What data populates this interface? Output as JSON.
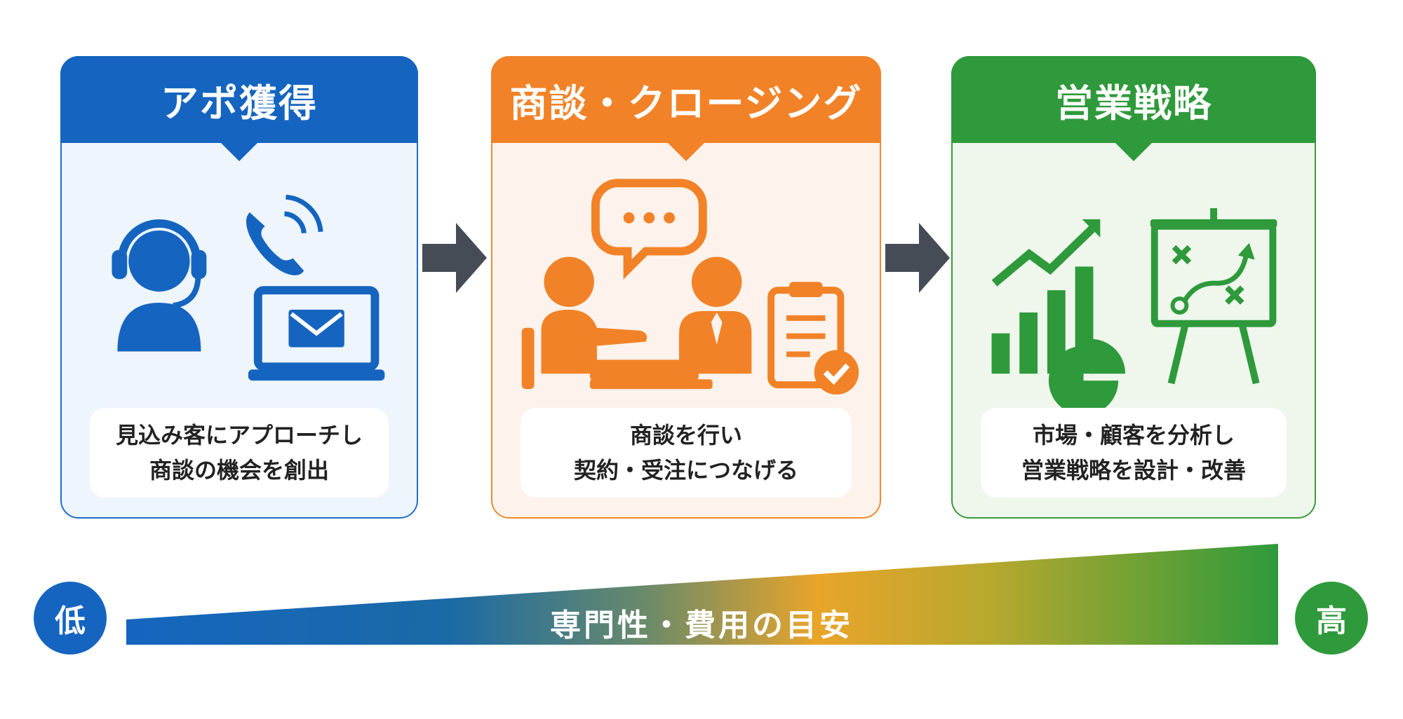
{
  "stages": [
    {
      "title": "アポ獲得",
      "desc_line1": "見込み客にアプローチし",
      "desc_line2": "商談の機会を創出",
      "color": "#1565c0"
    },
    {
      "title": "商談・クロージング",
      "desc_line1": "商談を行い",
      "desc_line2": "契約・受注につなげる",
      "color": "#f28227"
    },
    {
      "title": "営業戦略",
      "desc_line1": "市場・顧客を分析し",
      "desc_line2": "営業戦略を設計・改善",
      "color": "#2e9a3b"
    }
  ],
  "icons": {
    "stage1": [
      "headset-operator-icon",
      "phone-icon",
      "laptop-mail-icon"
    ],
    "stage2": [
      "speech-bubble-icon",
      "business-meeting-icon",
      "clipboard-check-icon"
    ],
    "stage3": [
      "growth-bar-chart-icon",
      "pie-chart-icon",
      "strategy-board-icon"
    ],
    "arrows": "chevron-arrow-right-icon"
  },
  "scale": {
    "low_label": "低",
    "high_label": "高",
    "caption": "専門性・費用の目安",
    "gradient_colors": [
      "#1565c0",
      "#e8a52a",
      "#2e9a3b"
    ]
  }
}
